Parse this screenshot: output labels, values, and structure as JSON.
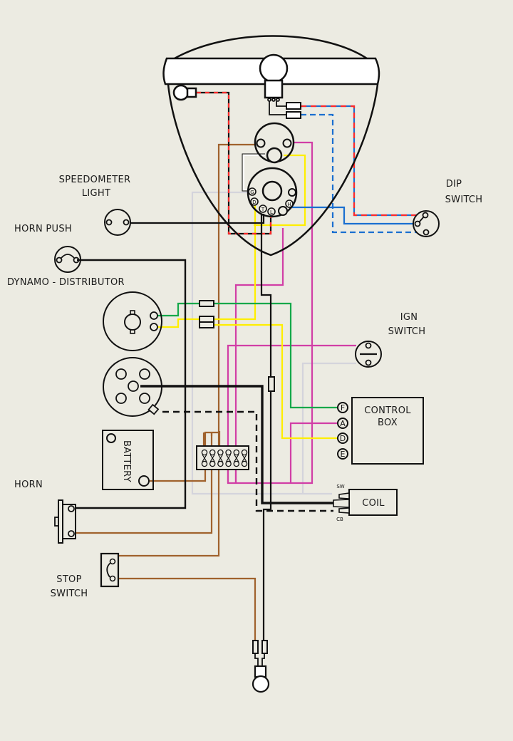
{
  "diagram": {
    "title": "Motorcycle wiring diagram",
    "background": "#ecebe2",
    "wire_colors": {
      "black": "#111111",
      "red": "#ff2a2a",
      "blue": "#1a6fd0",
      "yellow": "#ffee00",
      "green": "#14a84a",
      "purple": "#d13ea6",
      "brown": "#a0622d",
      "white": "#d8d8e2"
    },
    "labels": {
      "speedometer_light": [
        "SPEEDOMETER",
        "LIGHT"
      ],
      "horn_push": "HORN PUSH",
      "dynamo_distributor": "DYNAMO - DISTRIBUTOR",
      "dip_switch": [
        "DIP",
        "SWITCH"
      ],
      "ign_switch": [
        "IGN",
        "SWITCH"
      ],
      "control_box": [
        "CONTROL",
        "BOX"
      ],
      "battery": "BATTERY",
      "horn": "HORN",
      "stop_switch": [
        "STOP",
        "SWITCH"
      ],
      "coil": "COIL",
      "coil_sw": "SW",
      "coil_cb": "CB"
    },
    "control_box_terminals": [
      "F",
      "A",
      "D",
      "E"
    ],
    "switch_terminals": [
      "G",
      "D",
      "T",
      "L",
      "H"
    ]
  }
}
